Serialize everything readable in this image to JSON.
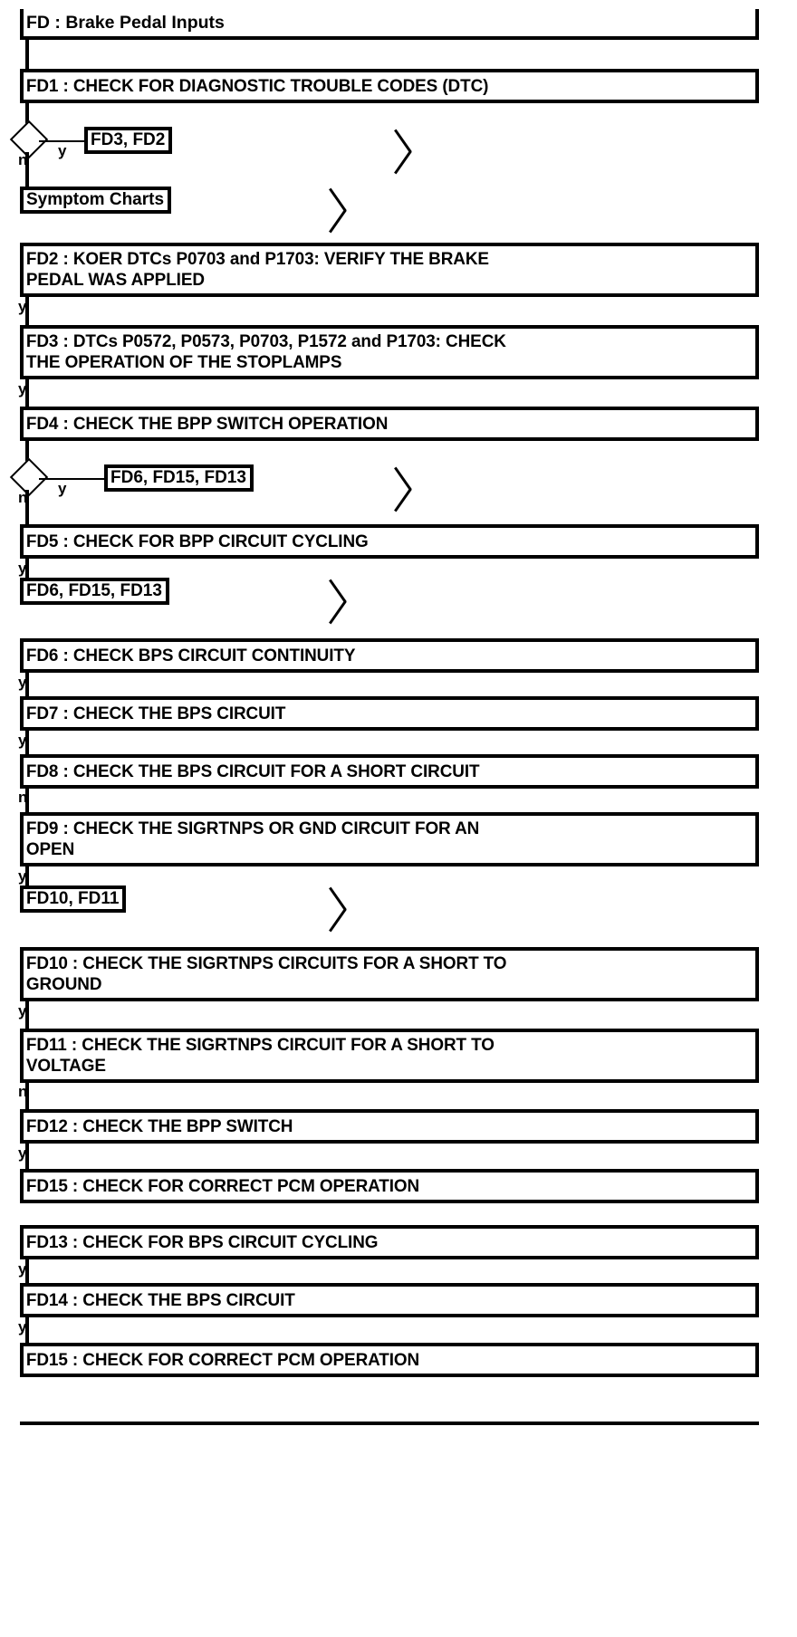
{
  "document": {
    "title": "FD : Brake Pedal Inputs",
    "type": "diagnostic-flowchart"
  },
  "header": {
    "label": "FD : Brake Pedal Inputs"
  },
  "branch_labels": {
    "yes": "y",
    "no": "n"
  },
  "steps": [
    {
      "id": "FD1",
      "label": "FD1 : CHECK FOR DIAGNOSTIC TROUBLE CODES (DTC)"
    },
    {
      "id": "FD2",
      "label": "FD2 : KOER DTCs P0703 and P1703: VERIFY THE BRAKE\nPEDAL WAS APPLIED"
    },
    {
      "id": "FD3",
      "label": "FD3 : DTCs P0572, P0573, P0703, P1572 and P1703: CHECK\nTHE OPERATION OF THE STOPLAMPS"
    },
    {
      "id": "FD4",
      "label": "FD4 : CHECK THE BPP SWITCH OPERATION"
    },
    {
      "id": "FD5",
      "label": "FD5 : CHECK FOR BPP CIRCUIT CYCLING"
    },
    {
      "id": "FD6",
      "label": "FD6 : CHECK BPS CIRCUIT CONTINUITY"
    },
    {
      "id": "FD7",
      "label": "FD7 : CHECK THE BPS CIRCUIT"
    },
    {
      "id": "FD8",
      "label": "FD8 : CHECK THE BPS CIRCUIT FOR A SHORT CIRCUIT"
    },
    {
      "id": "FD9",
      "label": "FD9 : CHECK THE SIGRTNPS OR GND CIRCUIT FOR AN\nOPEN"
    },
    {
      "id": "FD10",
      "label": "FD10 : CHECK THE SIGRTNPS CIRCUITS FOR A SHORT TO\nGROUND"
    },
    {
      "id": "FD11",
      "label": "FD11 : CHECK THE SIGRTNPS CIRCUIT FOR A SHORT TO\nVOLTAGE"
    },
    {
      "id": "FD12",
      "label": "FD12 : CHECK THE BPP SWITCH"
    },
    {
      "id": "FD15a",
      "label": "FD15 : CHECK FOR CORRECT PCM OPERATION"
    },
    {
      "id": "FD13",
      "label": "FD13 : CHECK FOR BPS CIRCUIT CYCLING"
    },
    {
      "id": "FD14",
      "label": "FD14 : CHECK THE BPS CIRCUIT"
    },
    {
      "id": "FD15b",
      "label": "FD15 : CHECK FOR CORRECT PCM OPERATION"
    }
  ],
  "references": [
    {
      "id": "ref-fd3-fd2",
      "label": "FD3, FD2"
    },
    {
      "id": "ref-symptom-charts",
      "label": "Symptom Charts"
    },
    {
      "id": "ref-fd6-fd15-fd13a",
      "label": "FD6, FD15, FD13"
    },
    {
      "id": "ref-fd6-fd15-fd13b",
      "label": "FD6, FD15, FD13"
    },
    {
      "id": "ref-fd10-fd11",
      "label": "FD10, FD11"
    }
  ],
  "connectors": [
    {
      "from": "FD1",
      "to": "decision-1",
      "label": ""
    },
    {
      "from": "decision-1",
      "to": "ref-fd3-fd2",
      "label": "y"
    },
    {
      "from": "decision-1",
      "to": "ref-symptom-charts",
      "label": "n"
    },
    {
      "from": "FD2",
      "to": "FD3",
      "label": "y"
    },
    {
      "from": "FD3",
      "to": "FD4",
      "label": "y"
    },
    {
      "from": "FD4",
      "to": "decision-2",
      "label": ""
    },
    {
      "from": "decision-2",
      "to": "ref-fd6-fd15-fd13a",
      "label": "y"
    },
    {
      "from": "decision-2",
      "to": "FD5",
      "label": "n"
    },
    {
      "from": "FD5",
      "to": "ref-fd6-fd15-fd13b",
      "label": "y"
    },
    {
      "from": "FD6",
      "to": "FD7",
      "label": "y"
    },
    {
      "from": "FD7",
      "to": "FD8",
      "label": "y"
    },
    {
      "from": "FD8",
      "to": "FD9",
      "label": "n"
    },
    {
      "from": "FD9",
      "to": "ref-fd10-fd11",
      "label": "y"
    },
    {
      "from": "FD10",
      "to": "FD11",
      "label": "y"
    },
    {
      "from": "FD11",
      "to": "FD12",
      "label": "n"
    },
    {
      "from": "FD12",
      "to": "FD15a",
      "label": "y"
    },
    {
      "from": "FD13",
      "to": "FD14",
      "label": "y"
    },
    {
      "from": "FD14",
      "to": "FD15b",
      "label": "y"
    }
  ],
  "colors": {
    "ink": "#000000",
    "paper": "#ffffff"
  }
}
